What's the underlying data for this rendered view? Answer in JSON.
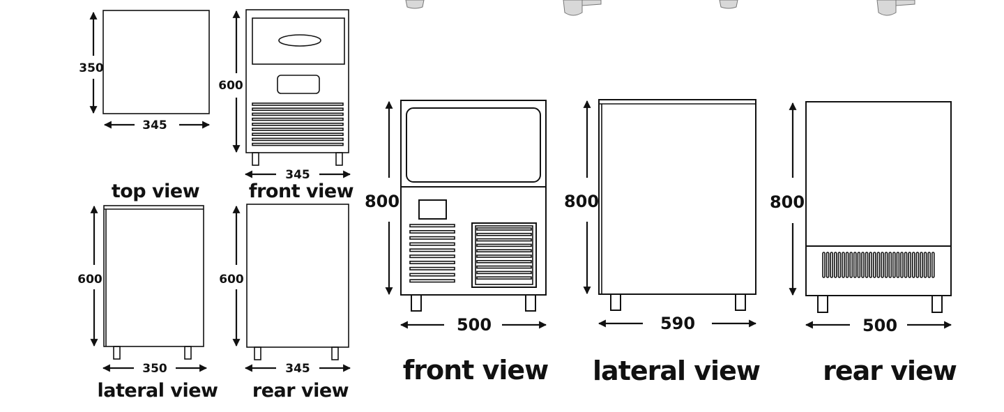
{
  "small_views": {
    "top": {
      "caption": "top view",
      "height": "350",
      "width": "345"
    },
    "front": {
      "caption": "front view",
      "height": "600",
      "width": "345"
    },
    "lateral": {
      "caption": "lateral view",
      "height": "600",
      "width": "350"
    },
    "rear": {
      "caption": "rear view",
      "height": "600",
      "width": "345"
    }
  },
  "large_views": {
    "front": {
      "caption": "front view",
      "height": "800",
      "width": "500"
    },
    "lateral": {
      "caption": "lateral view",
      "height": "800",
      "width": "590"
    },
    "rear": {
      "caption": "rear view",
      "height": "800",
      "width": "500"
    }
  },
  "colors": {
    "line": "#111111",
    "background": "#ffffff"
  }
}
